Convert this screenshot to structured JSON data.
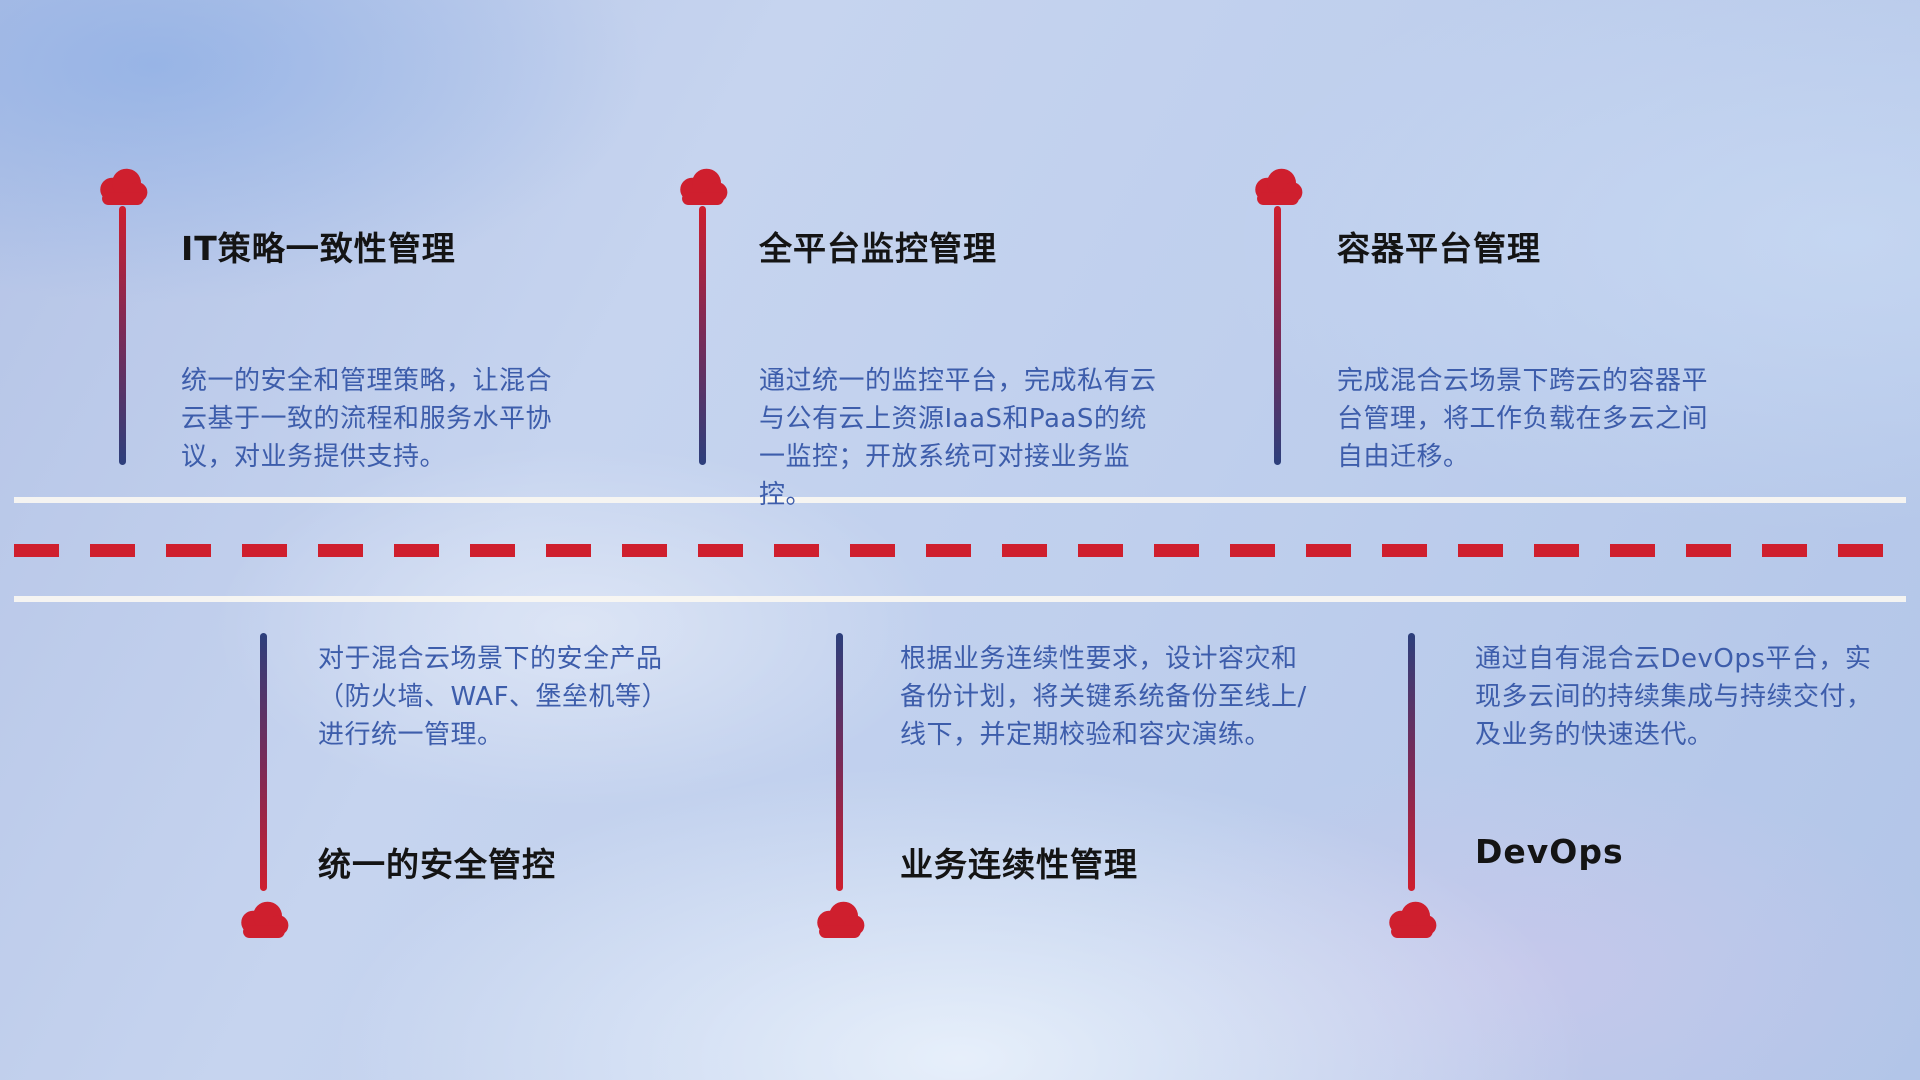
{
  "diagram": {
    "items_top": [
      {
        "title": "IT策略一致性管理",
        "desc": "统一的安全和管理策略，让混合云基于一致的流程和服务水平协议，对业务提供支持。"
      },
      {
        "title": "全平台监控管理",
        "desc": "通过统一的监控平台，完成私有云与公有云上资源IaaS和PaaS的统一监控；开放系统可对接业务监控。"
      },
      {
        "title": "容器平台管理",
        "desc": "完成混合云场景下跨云的容器平台管理，将工作负载在多云之间自由迁移。"
      }
    ],
    "items_bottom": [
      {
        "title": "统一的安全管控",
        "desc": "对于混合云场景下的安全产品（防火墙、WAF、堡垒机等）进行统一管理。"
      },
      {
        "title": "业务连续性管理",
        "desc": "根据业务连续性要求，设计容灾和备份计划，将关键系统备份至线上/线下，并定期校验和容灾演练。"
      },
      {
        "title": "DevOps",
        "desc": "通过自有混合云DevOps平台，实现多云间的持续集成与持续交付，及业务的快速迭代。"
      }
    ],
    "colors": {
      "accent_red": "#cf1f2e",
      "line_navy": "#2c3f7c",
      "desc_blue": "#3d5dab"
    }
  }
}
